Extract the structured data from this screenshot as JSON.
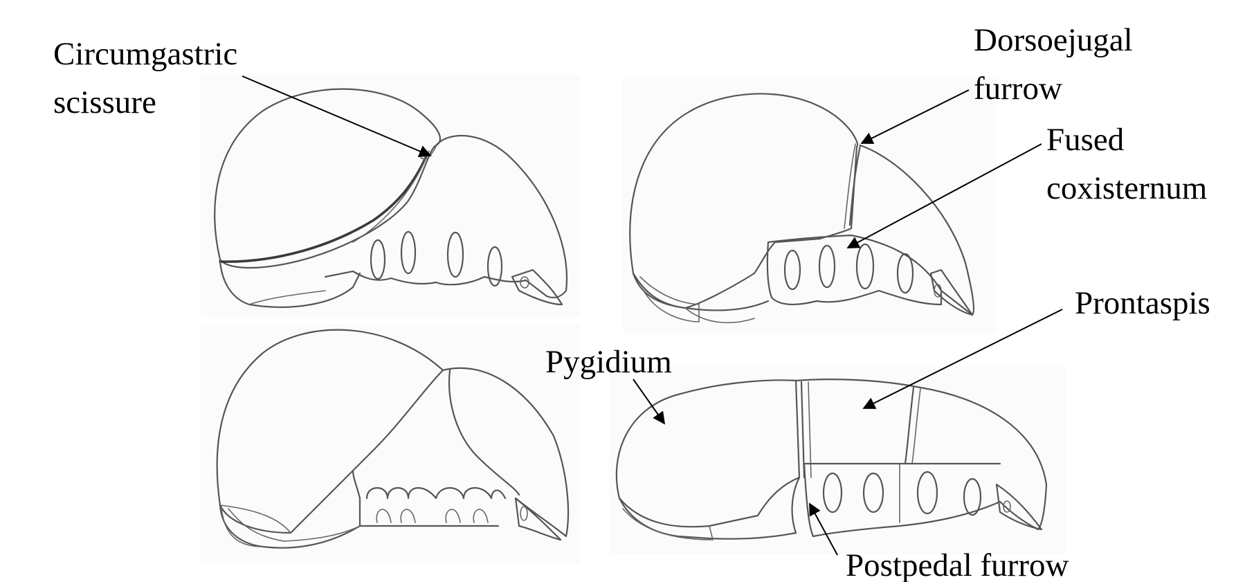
{
  "figure": {
    "panels": [
      {
        "id": "top-left"
      },
      {
        "id": "top-right"
      },
      {
        "id": "bottom-left"
      },
      {
        "id": "bottom-right"
      }
    ],
    "labels": {
      "circumgastric": [
        "Circumgastric",
        "scissure"
      ],
      "dorsoejugal": [
        "Dorsoejugal",
        "furrow"
      ],
      "fused_coxisternum": [
        "Fused",
        "coxisternum"
      ],
      "prontaspis": "Prontaspis",
      "pygidium": "Pygidium",
      "postpedal": "Postpedal furrow"
    }
  }
}
